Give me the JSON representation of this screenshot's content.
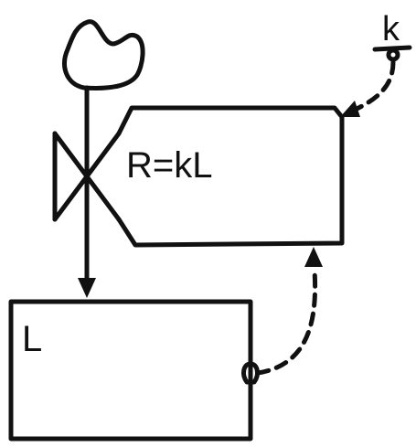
{
  "labels": {
    "rate": "R=kL",
    "level": "L",
    "constant": "k"
  },
  "colors": {
    "ink": "#111111",
    "background": "#ffffff"
  },
  "icons": {
    "source": "cloud-icon",
    "valve": "valve-icon",
    "stock": "stock-box",
    "auxiliary": "rate-auxiliary",
    "info_link": "dashed-arrow-icon"
  }
}
